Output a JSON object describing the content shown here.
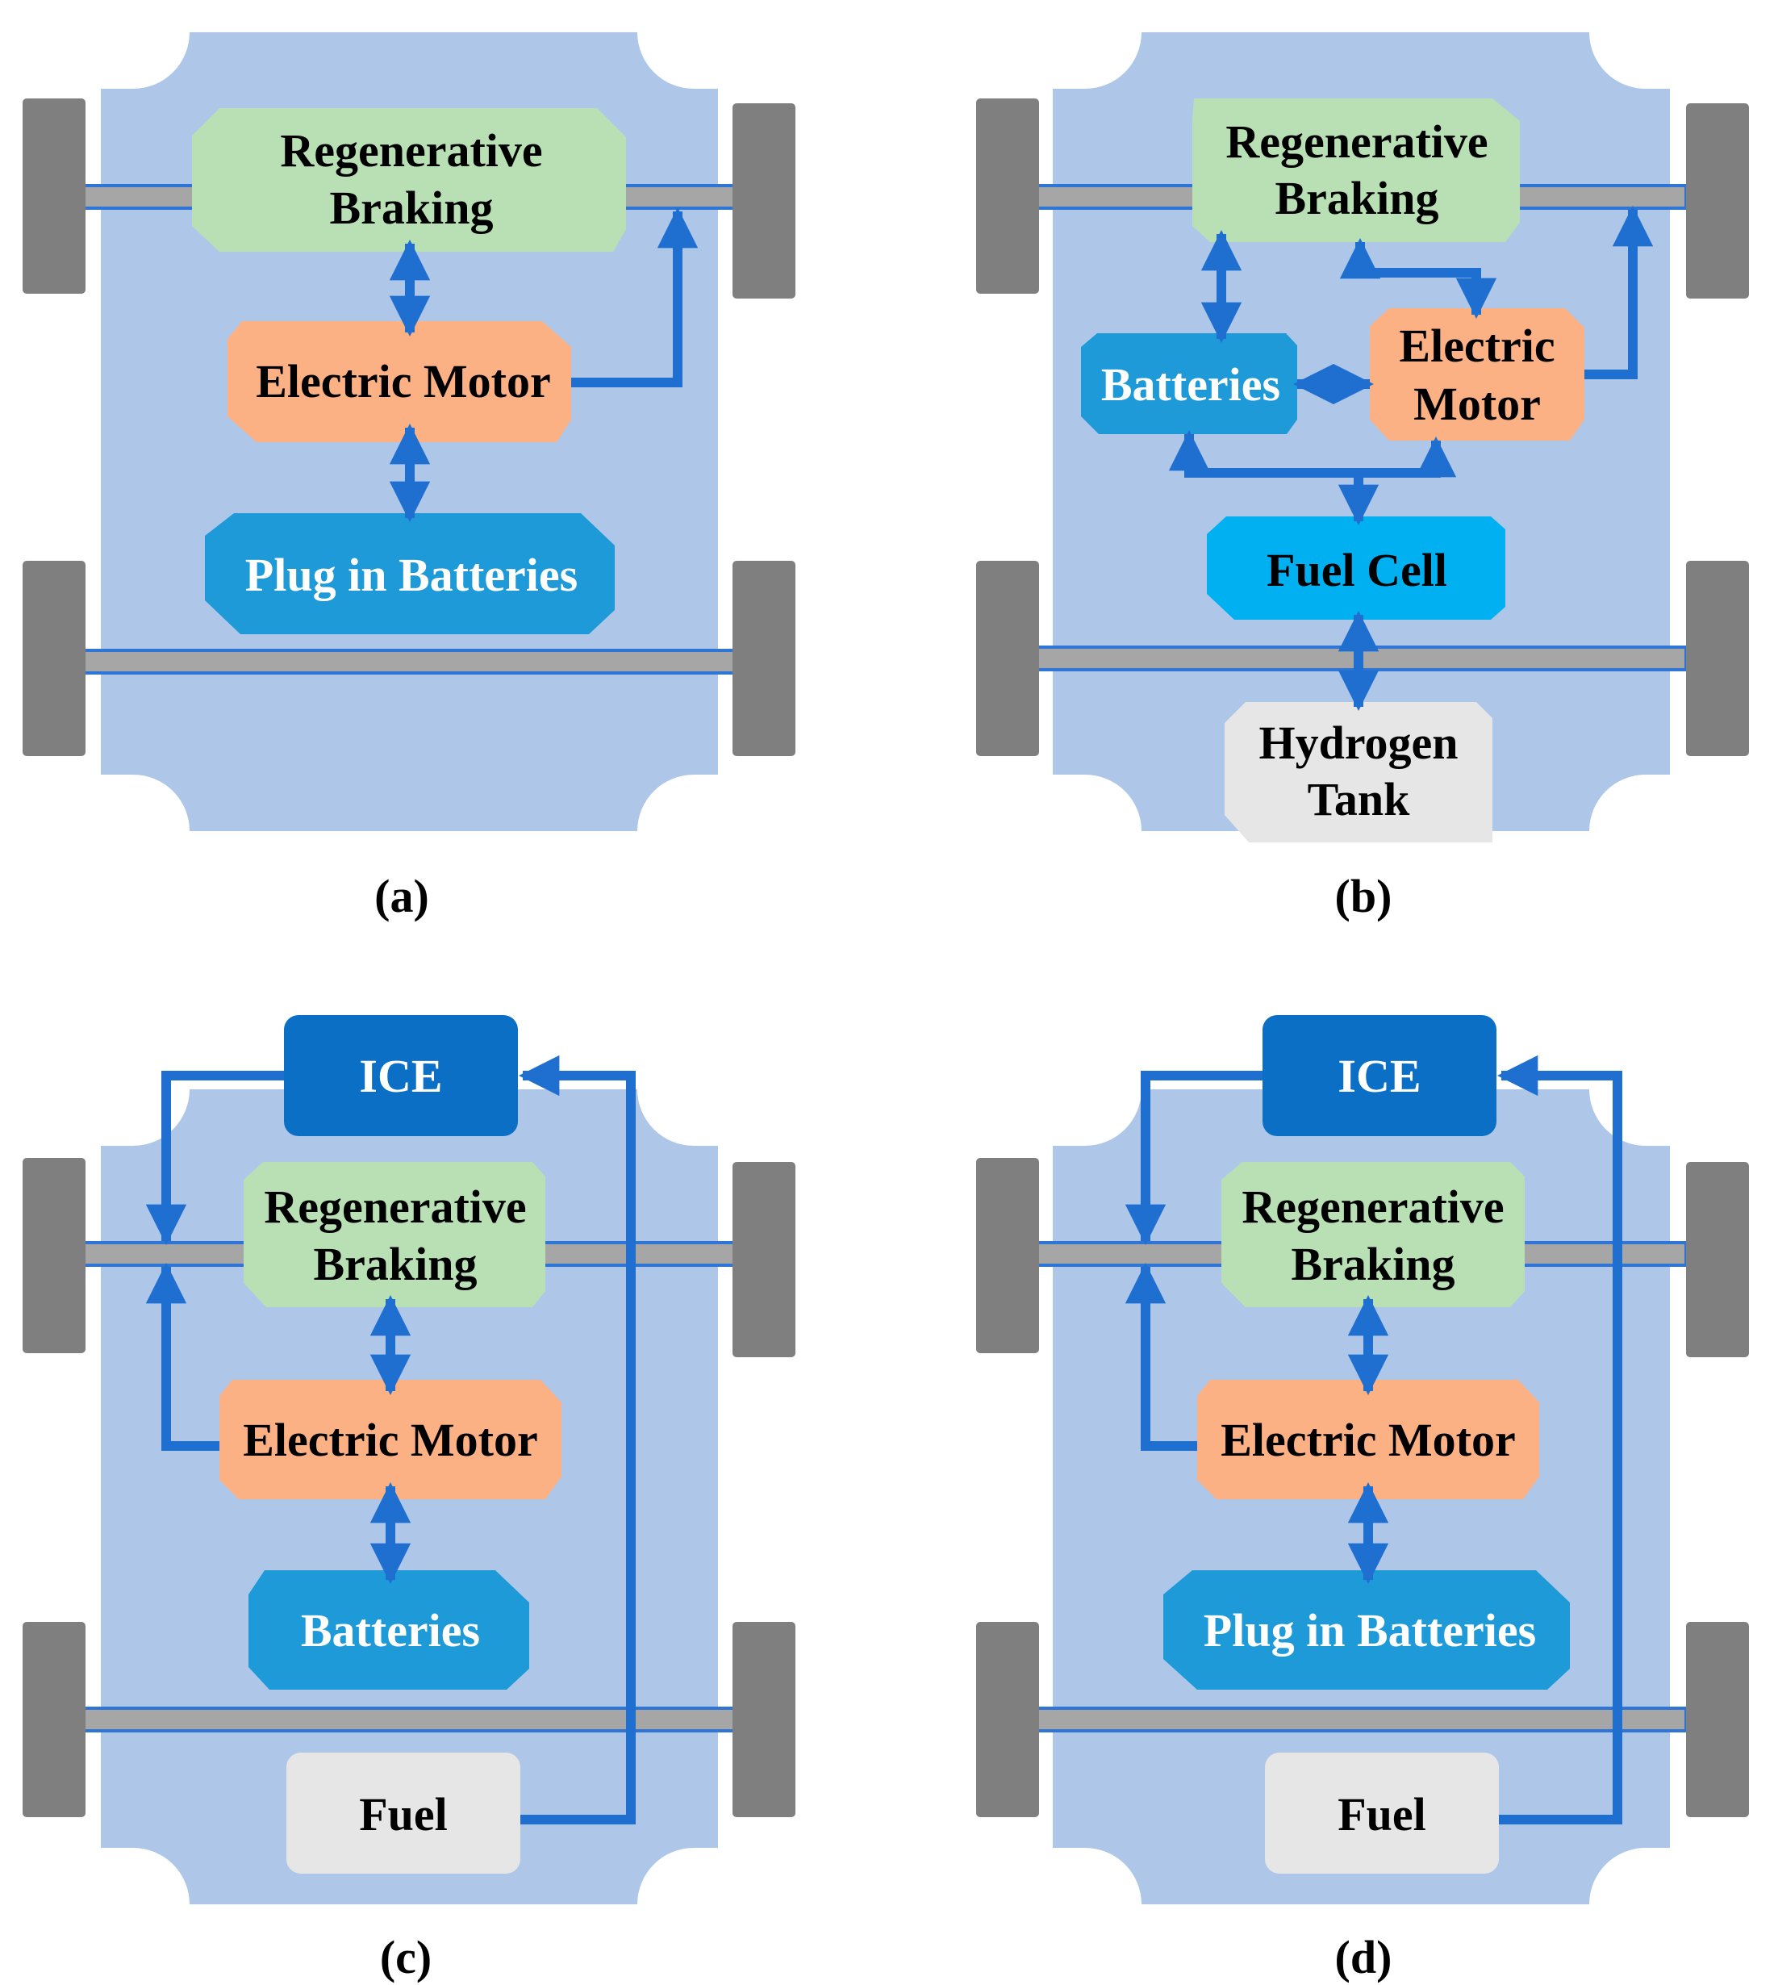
{
  "colors": {
    "chassis": "#aec7e8",
    "wheel": "#7f7f7f",
    "axle": "#a6a6a6",
    "arrow": "#1f6fd1",
    "regen": "#b9e0b4",
    "motor": "#fcb185",
    "batteries": "#1f9ad9",
    "fuel_cell": "#00b0f0",
    "ice": "#0b6fc6",
    "tank": "#e6e6e6"
  },
  "panels": {
    "a": {
      "caption": "(a)",
      "regen": [
        "Regenerative",
        "Braking"
      ],
      "motor": "Electric Motor",
      "batteries": "Plug in Batteries"
    },
    "b": {
      "caption": "(b)",
      "regen": [
        "Regenerative",
        "Braking"
      ],
      "batteries": "Batteries",
      "motor": [
        "Electric",
        "Motor"
      ],
      "fuel_cell": "Fuel Cell",
      "tank": [
        "Hydrogen",
        "Tank"
      ]
    },
    "c": {
      "caption": "(c)",
      "ice": "ICE",
      "regen": [
        "Regenerative",
        "Braking"
      ],
      "motor": "Electric Motor",
      "batteries": "Batteries",
      "fuel": "Fuel"
    },
    "d": {
      "caption": "(d)",
      "ice": "ICE",
      "regen": [
        "Regenerative",
        "Braking"
      ],
      "motor": "Electric Motor",
      "batteries": "Plug in Batteries",
      "fuel": "Fuel"
    }
  }
}
